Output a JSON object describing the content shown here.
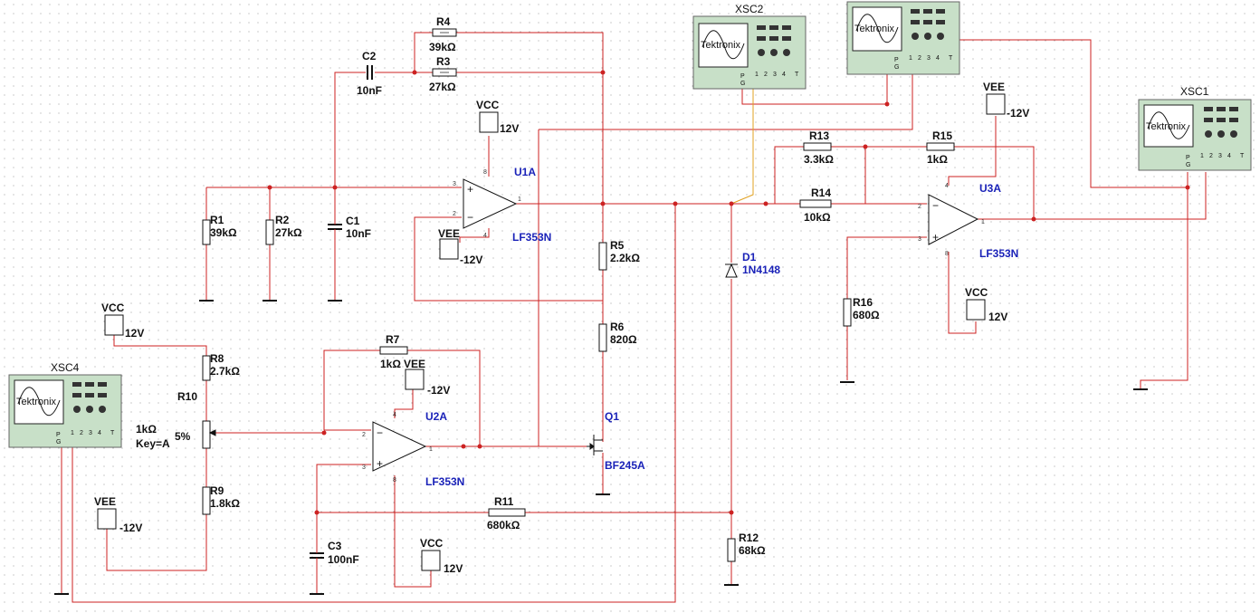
{
  "colors": {
    "wire": "#cc2222",
    "probe_wire": "#e0a020",
    "component": "#111111",
    "label_blue": "#1a22b8",
    "scope_body": "#c8e0c8",
    "grid_dot": "#9a9a9a"
  },
  "components": {
    "R1": {
      "ref": "R1",
      "value": "39kΩ"
    },
    "R2": {
      "ref": "R2",
      "value": "27kΩ"
    },
    "R3": {
      "ref": "R3",
      "value": "27kΩ"
    },
    "R4": {
      "ref": "R4",
      "value": "39kΩ"
    },
    "R5": {
      "ref": "R5",
      "value": "2.2kΩ"
    },
    "R6": {
      "ref": "R6",
      "value": "820Ω"
    },
    "R7": {
      "ref": "R7",
      "value": "1kΩ"
    },
    "R8": {
      "ref": "R8",
      "value": "2.7kΩ"
    },
    "R9": {
      "ref": "R9",
      "value": "1.8kΩ"
    },
    "R10": {
      "ref": "R10",
      "value": "1kΩ",
      "key": "Key=A",
      "percent": "5%"
    },
    "R11": {
      "ref": "R11",
      "value": "680kΩ"
    },
    "R12": {
      "ref": "R12",
      "value": "68kΩ"
    },
    "R13": {
      "ref": "R13",
      "value": "3.3kΩ"
    },
    "R14": {
      "ref": "R14",
      "value": "10kΩ"
    },
    "R15": {
      "ref": "R15",
      "value": "1kΩ"
    },
    "R16": {
      "ref": "R16",
      "value": "680Ω"
    },
    "C1": {
      "ref": "C1",
      "value": "10nF"
    },
    "C2": {
      "ref": "C2",
      "value": "10nF"
    },
    "C3": {
      "ref": "C3",
      "value": "100nF"
    },
    "D1": {
      "ref": "D1",
      "value": "1N4148"
    },
    "Q1": {
      "ref": "Q1",
      "value": "BF245A"
    },
    "U1A": {
      "ref": "U1A",
      "part": "LF353N"
    },
    "U2A": {
      "ref": "U2A",
      "part": "LF353N"
    },
    "U3A": {
      "ref": "U3A",
      "part": "LF353N"
    }
  },
  "supplies": {
    "vcc_name": "VCC",
    "vcc_value": "12V",
    "vee_name": "VEE",
    "vee_value": "-12V"
  },
  "scopes": {
    "brand": "Tektronix",
    "XSC1": {
      "name": "XSC1"
    },
    "XSC2": {
      "name": "XSC2"
    },
    "XSC4": {
      "name": "XSC4"
    }
  },
  "pins": {
    "p1": "1",
    "p2": "2",
    "p3": "3",
    "p4": "4",
    "p8": "8",
    "scope_P": "P",
    "scope_G": "G",
    "scope_T": "T"
  }
}
